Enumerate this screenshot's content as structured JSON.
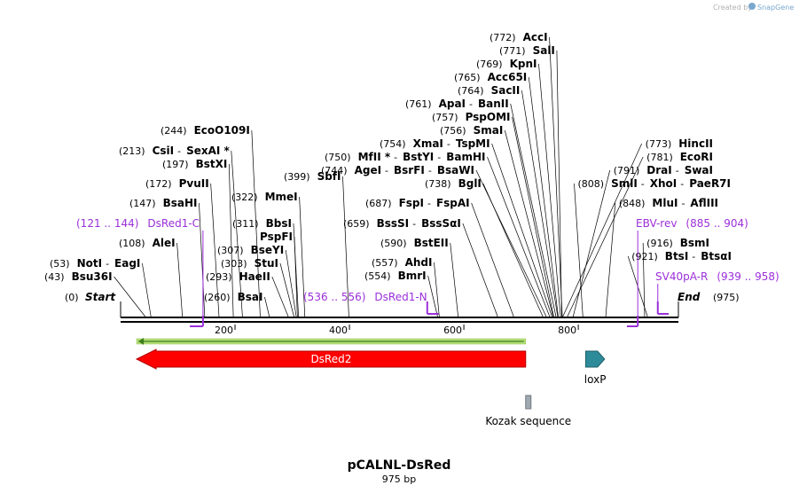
{
  "credit": {
    "prefix": "Created by",
    "brand": "SnapGene"
  },
  "map": {
    "name": "pCALNL-DsRed",
    "length_label": "975 bp",
    "length": 975
  },
  "ends": {
    "start": {
      "name": "Start",
      "position": "(0)"
    },
    "end": {
      "name": "End",
      "position": "(975)"
    }
  },
  "axis_ticks": [
    "200",
    "400",
    "600",
    "800"
  ],
  "site_rows": [
    {
      "pos": "(772)",
      "segments": [
        {
          "name": "AccI",
          "pos": 772
        }
      ]
    },
    {
      "pos": "(771)",
      "segments": [
        {
          "name": "SalI",
          "pos": 771
        }
      ]
    },
    {
      "pos": "(769)",
      "segments": [
        {
          "name": "KpnI",
          "pos": 769
        }
      ]
    },
    {
      "pos": "(765)",
      "segments": [
        {
          "name": "Acc65I",
          "pos": 765
        }
      ]
    },
    {
      "pos": "(764)",
      "segments": [
        {
          "name": "SacII",
          "pos": 764
        }
      ]
    },
    {
      "pos": "(761)",
      "segments": [
        {
          "name": "ApaI",
          "pos": 761
        },
        {
          "name": "BanII",
          "pos": 761
        }
      ]
    },
    {
      "pos": "(757)",
      "segments": [
        {
          "name": "PspOMI",
          "pos": 757
        }
      ]
    },
    {
      "pos": "(756)",
      "segments": [
        {
          "name": "SmaI",
          "pos": 756
        }
      ]
    },
    {
      "pos": "(754)",
      "segments": [
        {
          "name": "XmaI",
          "pos": 754
        },
        {
          "name": "TspMI",
          "pos": 754
        }
      ]
    },
    {
      "pos": "(750)",
      "segments": [
        {
          "name": "MfII *",
          "pos": 750
        },
        {
          "name": "BstYI",
          "pos": 750
        },
        {
          "name": "BamHI",
          "pos": 750
        }
      ]
    },
    {
      "pos": "(744)",
      "segments": [
        {
          "name": "AgeI",
          "pos": 744
        },
        {
          "name": "BsrFI",
          "pos": 744
        },
        {
          "name": "BsaWI",
          "pos": 744
        }
      ]
    },
    {
      "pos": "(738)",
      "segments": [
        {
          "name": "BglI",
          "pos": 738
        }
      ]
    },
    {
      "pos": "(687)",
      "segments": [
        {
          "name": "FspI",
          "pos": 687
        },
        {
          "name": "FspAI",
          "pos": 687
        }
      ]
    },
    {
      "pos": "(659)",
      "segments": [
        {
          "name": "BssSI",
          "pos": 659
        },
        {
          "name": "BssSαI",
          "pos": 659
        }
      ]
    },
    {
      "pos": "(590)",
      "segments": [
        {
          "name": "BstEII",
          "pos": 590
        }
      ]
    },
    {
      "pos": "(557)",
      "segments": [
        {
          "name": "AhdI",
          "pos": 557
        }
      ]
    },
    {
      "pos": "(554)",
      "segments": [
        {
          "name": "BmrI",
          "pos": 554
        }
      ]
    },
    {
      "pos": "(399)",
      "segments": [
        {
          "name": "SbfI",
          "pos": 399
        }
      ]
    },
    {
      "pos": "(322)",
      "segments": [
        {
          "name": "MmeI",
          "pos": 322
        }
      ]
    },
    {
      "pos": "(311)",
      "segments": [
        {
          "name": "BbsI",
          "pos": 311
        }
      ]
    },
    {
      "pos": "",
      "segments": [
        {
          "name": "PspFI",
          "pos": 309
        }
      ]
    },
    {
      "pos": "(307)",
      "segments": [
        {
          "name": "BseYI",
          "pos": 307
        }
      ]
    },
    {
      "pos": "(303)",
      "segments": [
        {
          "name": "StuI",
          "pos": 303
        }
      ]
    },
    {
      "pos": "(293)",
      "segments": [
        {
          "name": "HaeII",
          "pos": 293
        }
      ]
    },
    {
      "pos": "(260)",
      "segments": [
        {
          "name": "BsaI",
          "pos": 260
        }
      ]
    },
    {
      "pos": "(244)",
      "segments": [
        {
          "name": "EcoO109I",
          "pos": 244
        }
      ]
    },
    {
      "pos": "(213)",
      "segments": [
        {
          "name": "CsiI",
          "pos": 213
        },
        {
          "name": "SexAI *",
          "pos": 213
        }
      ]
    },
    {
      "pos": "(197)",
      "segments": [
        {
          "name": "BstXI",
          "pos": 197
        }
      ]
    },
    {
      "pos": "(172)",
      "segments": [
        {
          "name": "PvuII",
          "pos": 172
        }
      ]
    },
    {
      "pos": "(147)",
      "segments": [
        {
          "name": "BsaHI",
          "pos": 147
        }
      ]
    },
    {
      "pos": "(108)",
      "segments": [
        {
          "name": "AleI",
          "pos": 108
        }
      ]
    },
    {
      "pos": "(53)",
      "segments": [
        {
          "name": "NotI",
          "pos": 53
        },
        {
          "name": "EagI",
          "pos": 53
        }
      ]
    },
    {
      "pos": "(43)",
      "segments": [
        {
          "name": "Bsu36I",
          "pos": 43
        }
      ]
    },
    {
      "pos": "(773)",
      "segments": [
        {
          "name": "HincII",
          "pos": 773
        }
      ]
    },
    {
      "pos": "(781)",
      "segments": [
        {
          "name": "EcoRI",
          "pos": 781
        }
      ]
    },
    {
      "pos": "(791)",
      "segments": [
        {
          "name": "DraI",
          "pos": 791
        },
        {
          "name": "SwaI",
          "pos": 791
        }
      ]
    },
    {
      "pos": "(808)",
      "segments": [
        {
          "name": "SmlI",
          "pos": 808
        },
        {
          "name": "XhoI",
          "pos": 808
        },
        {
          "name": "PaeR7I",
          "pos": 808
        }
      ]
    },
    {
      "pos": "(848)",
      "segments": [
        {
          "name": "MluI",
          "pos": 848
        },
        {
          "name": "AflIII",
          "pos": 848
        }
      ]
    },
    {
      "pos": "(916)",
      "segments": [
        {
          "name": "BsmI",
          "pos": 916
        }
      ]
    },
    {
      "pos": "(921)",
      "segments": [
        {
          "name": "BtsI",
          "pos": 921
        },
        {
          "name": "BtsαI",
          "pos": 921
        }
      ]
    }
  ],
  "primers": [
    {
      "name": "DsRed1-C",
      "range": "(121 .. 144)",
      "start": 121,
      "end": 144,
      "direction": "reverse"
    },
    {
      "name": "DsRed1-N",
      "range": "(536 .. 556)",
      "start": 536,
      "end": 556,
      "direction": "forward"
    },
    {
      "name": "EBV-rev",
      "range": "(885 .. 904)",
      "start": 885,
      "end": 904,
      "direction": "reverse"
    },
    {
      "name": "SV40pA-R",
      "range": "(939 .. 958)",
      "start": 939,
      "end": 958,
      "direction": "forward"
    }
  ],
  "features": [
    {
      "name": "DsRed2",
      "type": "cds",
      "start": 28,
      "end": 708,
      "direction": "reverse",
      "color": "#ff0000",
      "stroke": "#b30000"
    },
    {
      "name": "loxP",
      "type": "protein_bind",
      "start": 813,
      "end": 846,
      "direction": "forward",
      "color": "#2e8b9a",
      "stroke": "#1d5f6a"
    },
    {
      "name": "Kozak sequence",
      "type": "misc",
      "start": 708,
      "end": 717,
      "direction": "none",
      "color": "#a0a8b0",
      "stroke": "#707880"
    }
  ],
  "translation": {
    "start": 28,
    "end": 708,
    "direction": "reverse",
    "color": "#b6e07a",
    "arrow_color": "#3a7d1a"
  },
  "colors": {
    "backbone": "#000000",
    "primer": "#9b30d9",
    "site_text": "#000000"
  }
}
